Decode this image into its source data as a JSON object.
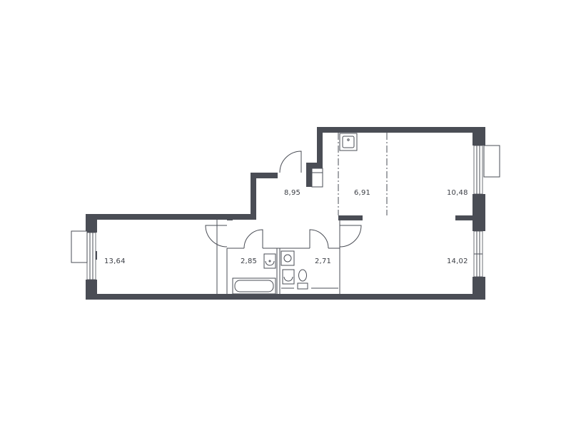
{
  "rooms": [
    {
      "id": "living-left",
      "area": "13,64"
    },
    {
      "id": "hall",
      "area": "8,95"
    },
    {
      "id": "kitchen",
      "area": "6,91"
    },
    {
      "id": "kitchen-living",
      "area": "10,48"
    },
    {
      "id": "bathroom",
      "area": "2,85"
    },
    {
      "id": "toilet",
      "area": "2,71"
    },
    {
      "id": "bedroom-right",
      "area": "14,02"
    }
  ],
  "colors": {
    "wall": "#4a4d55",
    "label": "#3a3d44",
    "background": "#ffffff"
  }
}
